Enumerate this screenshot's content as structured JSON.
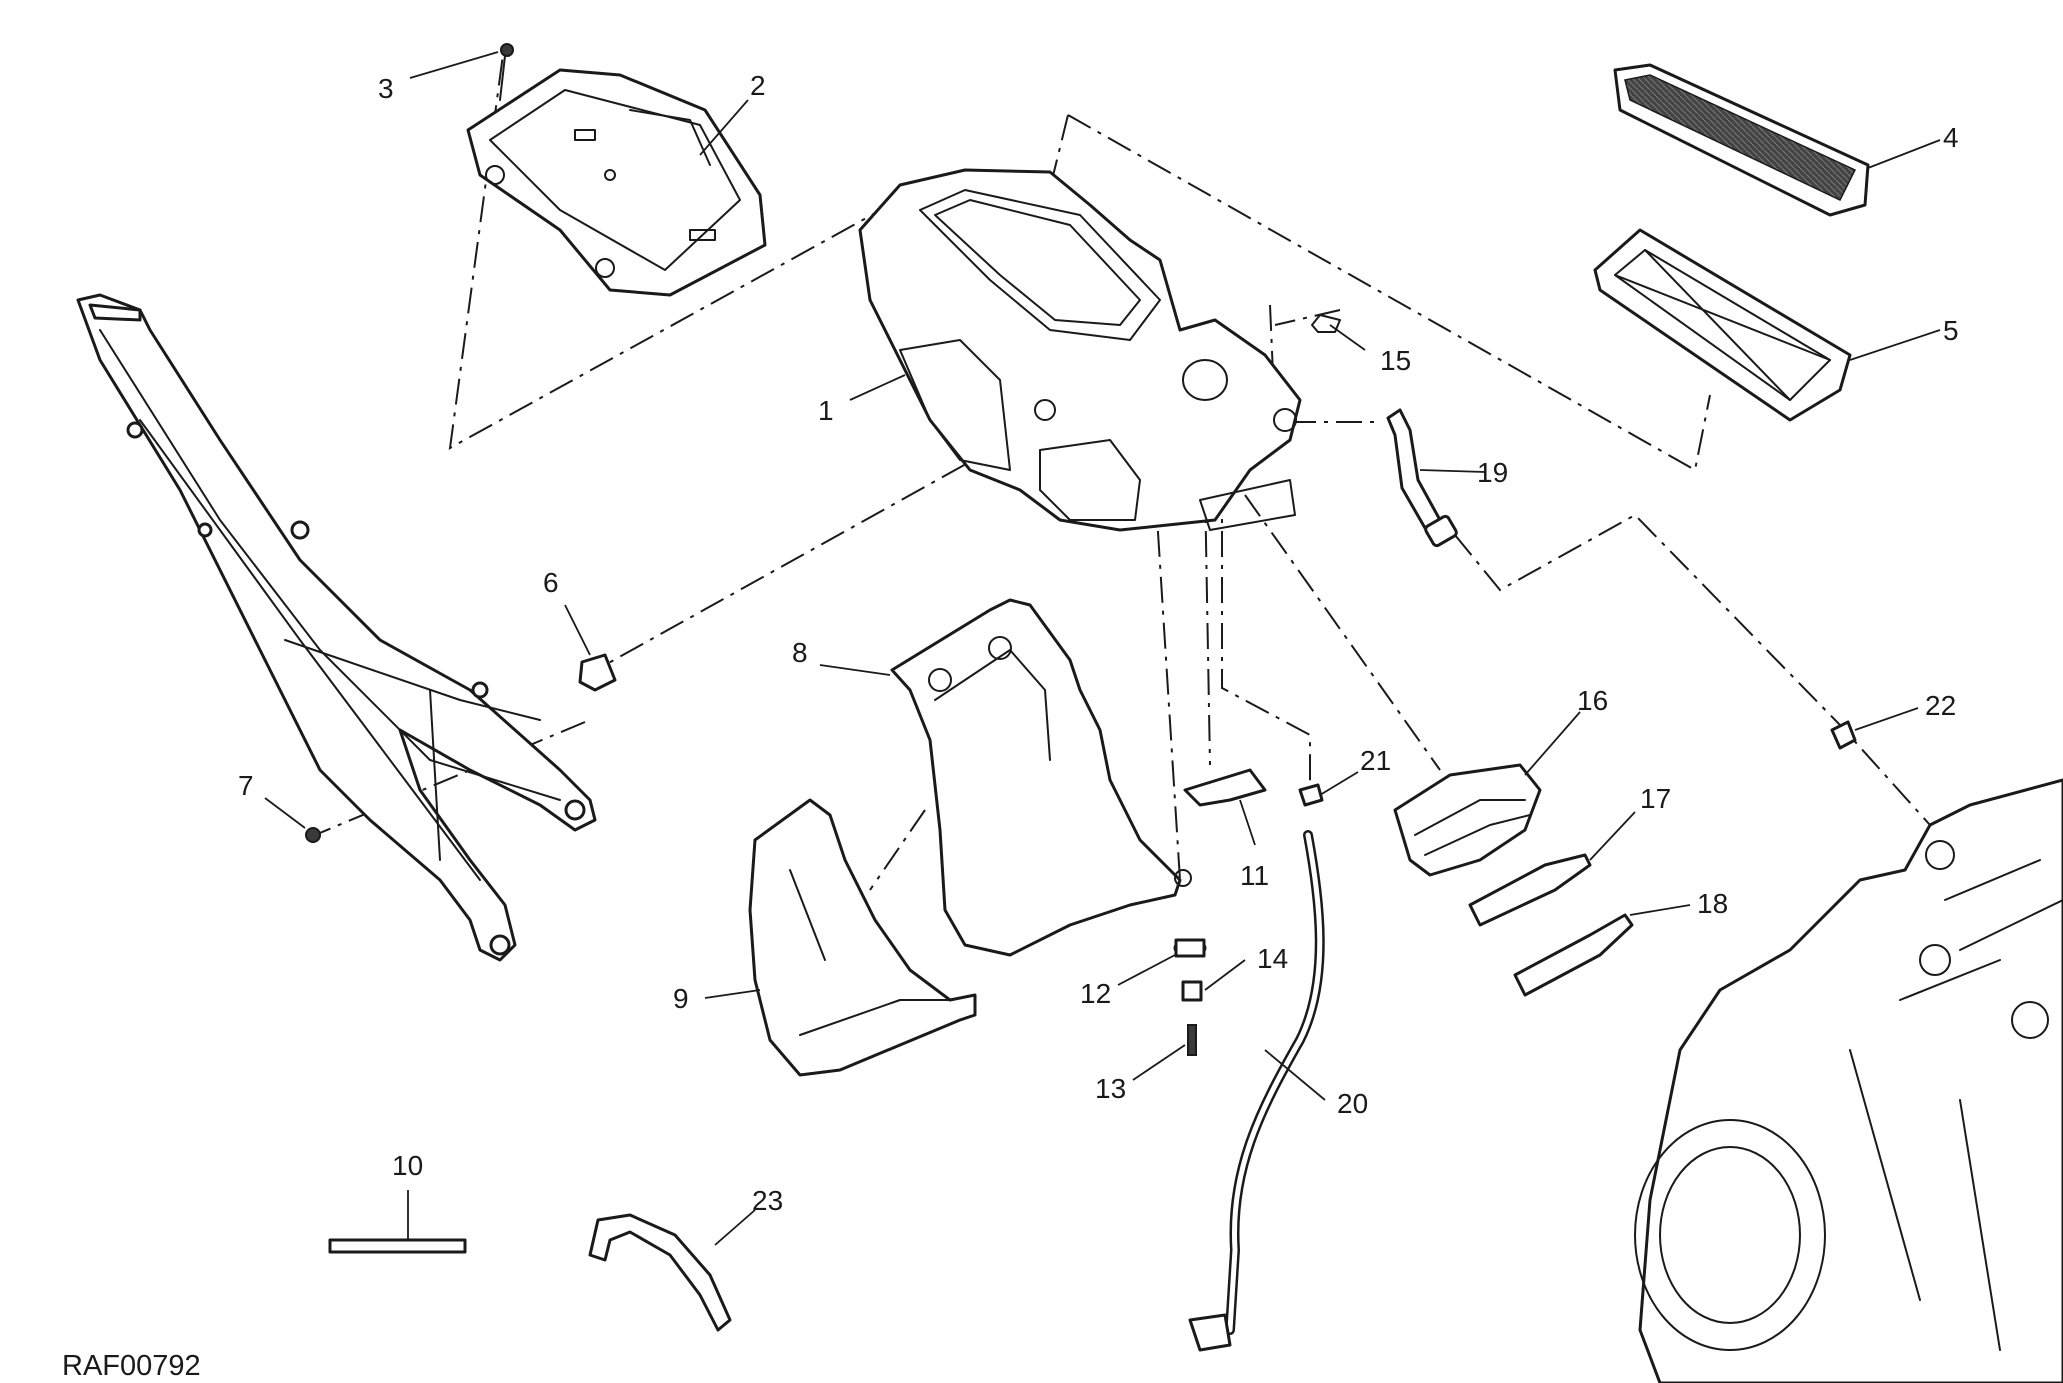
{
  "drawing": {
    "reference": "RAF00792",
    "callouts": [
      "1",
      "2",
      "3",
      "4",
      "5",
      "6",
      "7",
      "8",
      "9",
      "10",
      "11",
      "12",
      "13",
      "14",
      "15",
      "16",
      "17",
      "18",
      "19",
      "20",
      "21",
      "22",
      "23"
    ]
  }
}
